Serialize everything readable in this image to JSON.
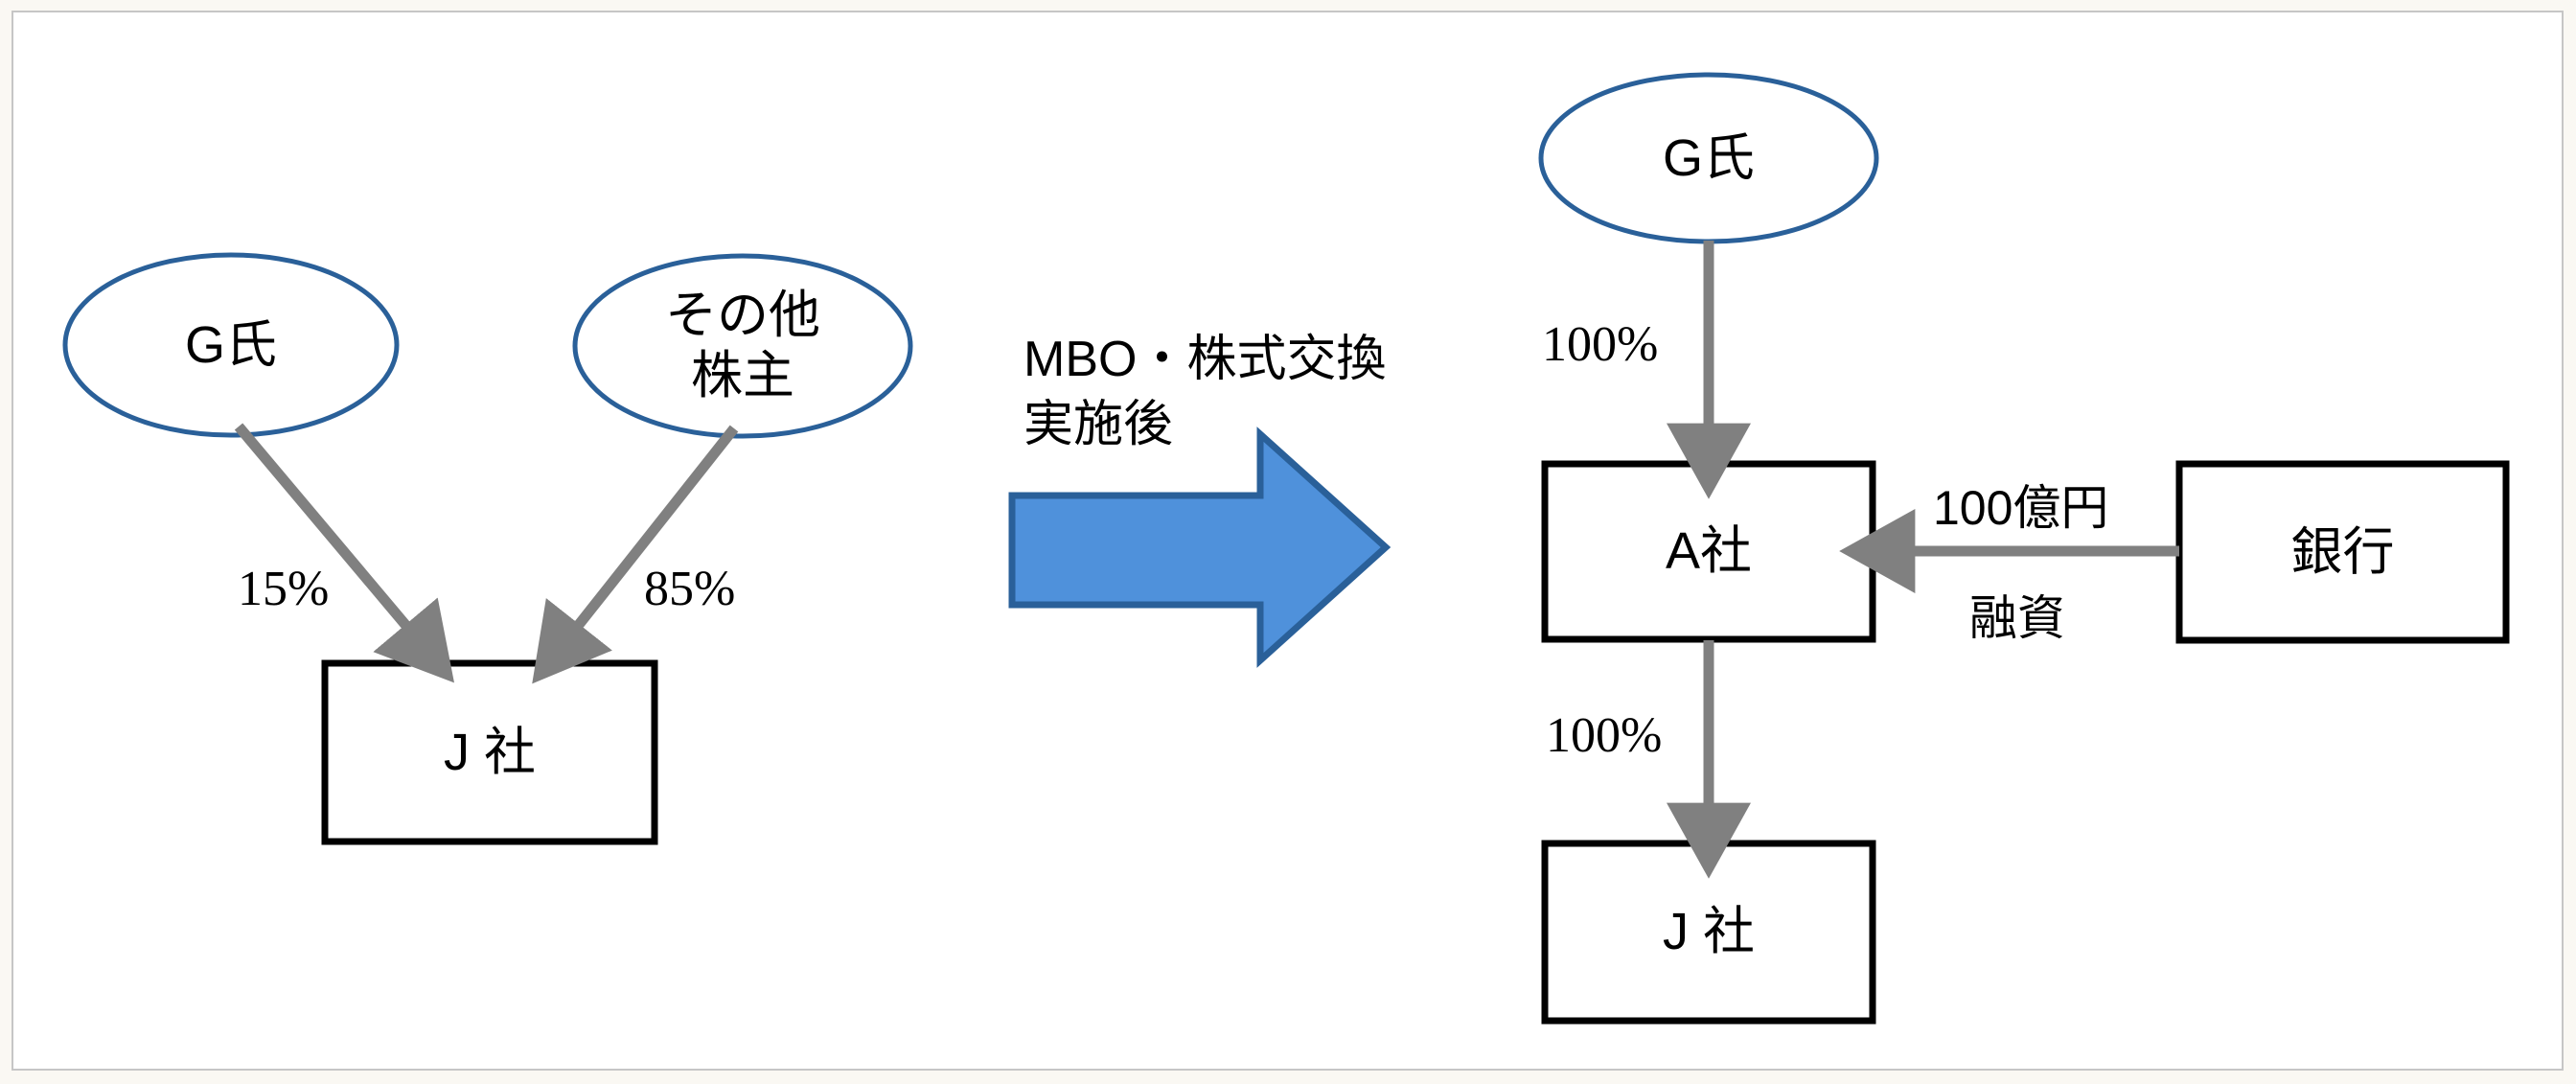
{
  "diagram": {
    "title_caption": "MBO・株式交換\n実施後",
    "colors": {
      "page_background": "#faf8f3",
      "frame_background": "#ffffff",
      "frame_border": "#c6c6c6",
      "ellipse_stroke": "#2A6099",
      "box_stroke": "#000000",
      "connector_gray": "#808080",
      "block_arrow_fill": "#4F91DB",
      "block_arrow_stroke": "#2A6099"
    },
    "before": {
      "section_name": "before-mbo",
      "nodes": {
        "shareholder_g": "G氏",
        "shareholder_other": "その他\n株主",
        "company_j": "J 社"
      },
      "edges": {
        "g_to_j_pct": "15%",
        "other_to_j_pct": "85%"
      }
    },
    "after": {
      "section_name": "after-mbo",
      "nodes": {
        "shareholder_g": "G氏",
        "company_a": "A社",
        "company_j": "J 社",
        "bank": "銀行"
      },
      "edges": {
        "g_to_a_pct": "100%",
        "a_to_j_pct": "100%",
        "bank_to_a_amount": "100億円",
        "bank_to_a_kind": "融資"
      }
    }
  }
}
